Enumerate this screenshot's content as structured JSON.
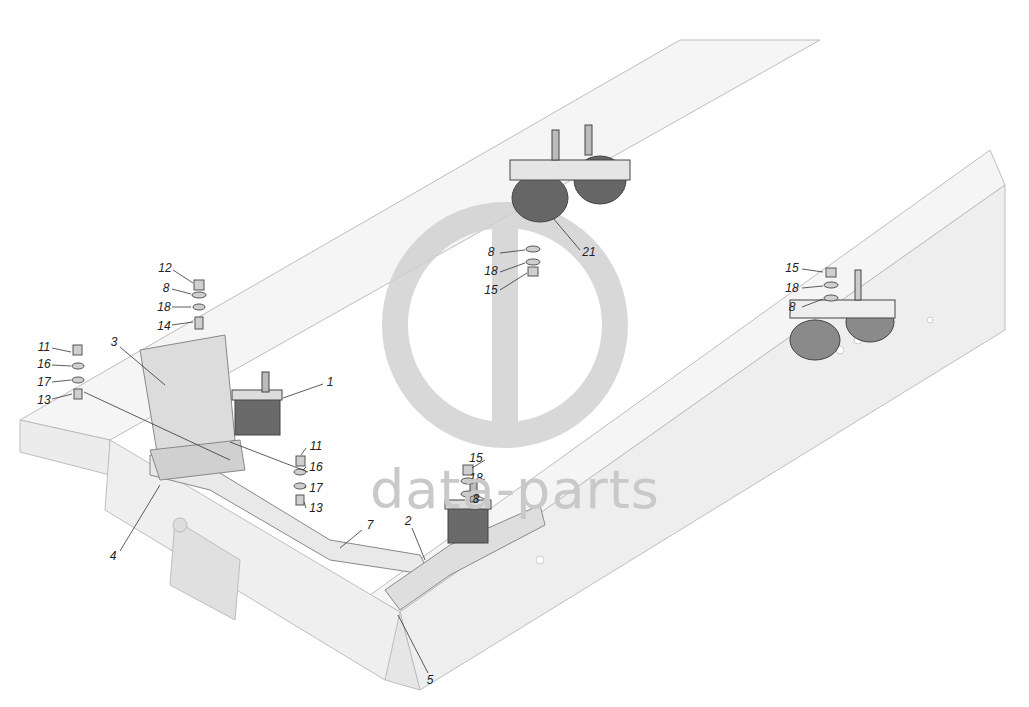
{
  "diagram": {
    "labels": [
      "12",
      "8",
      "18",
      "14",
      "11",
      "16",
      "17",
      "13",
      "3",
      "1",
      "11",
      "16",
      "17",
      "13",
      "4",
      "7",
      "2",
      "5",
      "15",
      "18",
      "8",
      "8",
      "18",
      "15",
      "21",
      "15",
      "18",
      "8",
      "data-parts"
    ]
  }
}
